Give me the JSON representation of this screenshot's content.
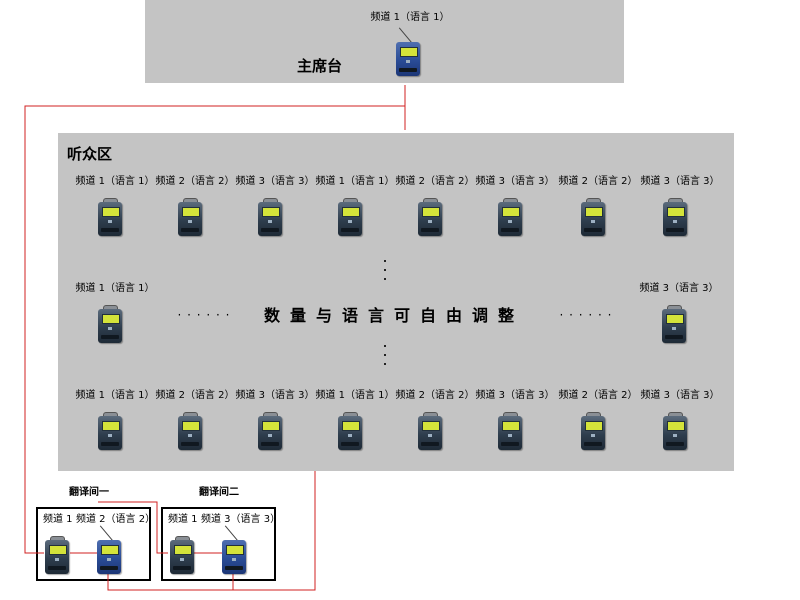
{
  "chair": {
    "title": "主席台",
    "device_label": "频道 1（语言 1）"
  },
  "audience": {
    "title": "听众区",
    "row1_labels": [
      "频道 1（语言 1）",
      "频道 2（语言 2）",
      "频道 3（语言 3）",
      "频道 1（语言 1）",
      "频道 2（语言 2）",
      "频道 3（语言 3）",
      "频道 2（语言 2）",
      "频道 3（语言 3）"
    ],
    "mid_left_label": "频道 1（语言 1）",
    "mid_right_label": "频道 3（语言 3）",
    "mid_dots_left": "· · · · · ·",
    "mid_dots_right": "· · · · · ·",
    "mid_text": "数量与语言可自由调整",
    "row3_labels": [
      "频道 1（语言 1）",
      "频道 2（语言 2）",
      "频道 3（语言 3）",
      "频道 1（语言 1）",
      "频道 2（语言 2）",
      "频道 3（语言 3）",
      "频道 2（语言 2）",
      "频道 3（语言 3）"
    ]
  },
  "booths": [
    {
      "title": "翻译间一",
      "rx_label": "频道 1",
      "tx_label": "频道 2（语言 2）"
    },
    {
      "title": "翻译间二",
      "rx_label": "频道 1",
      "tx_label": "频道 3（语言 3）"
    }
  ],
  "colors": {
    "panel": "#c4c4c4",
    "wire": "#d02020",
    "receiver": "#2e3d4d",
    "transmitter": "#2a4c96",
    "screen": "#d4e33a"
  },
  "icons": {
    "receiver": "bodypack-receiver-icon",
    "transmitter": "bodypack-transmitter-icon"
  }
}
